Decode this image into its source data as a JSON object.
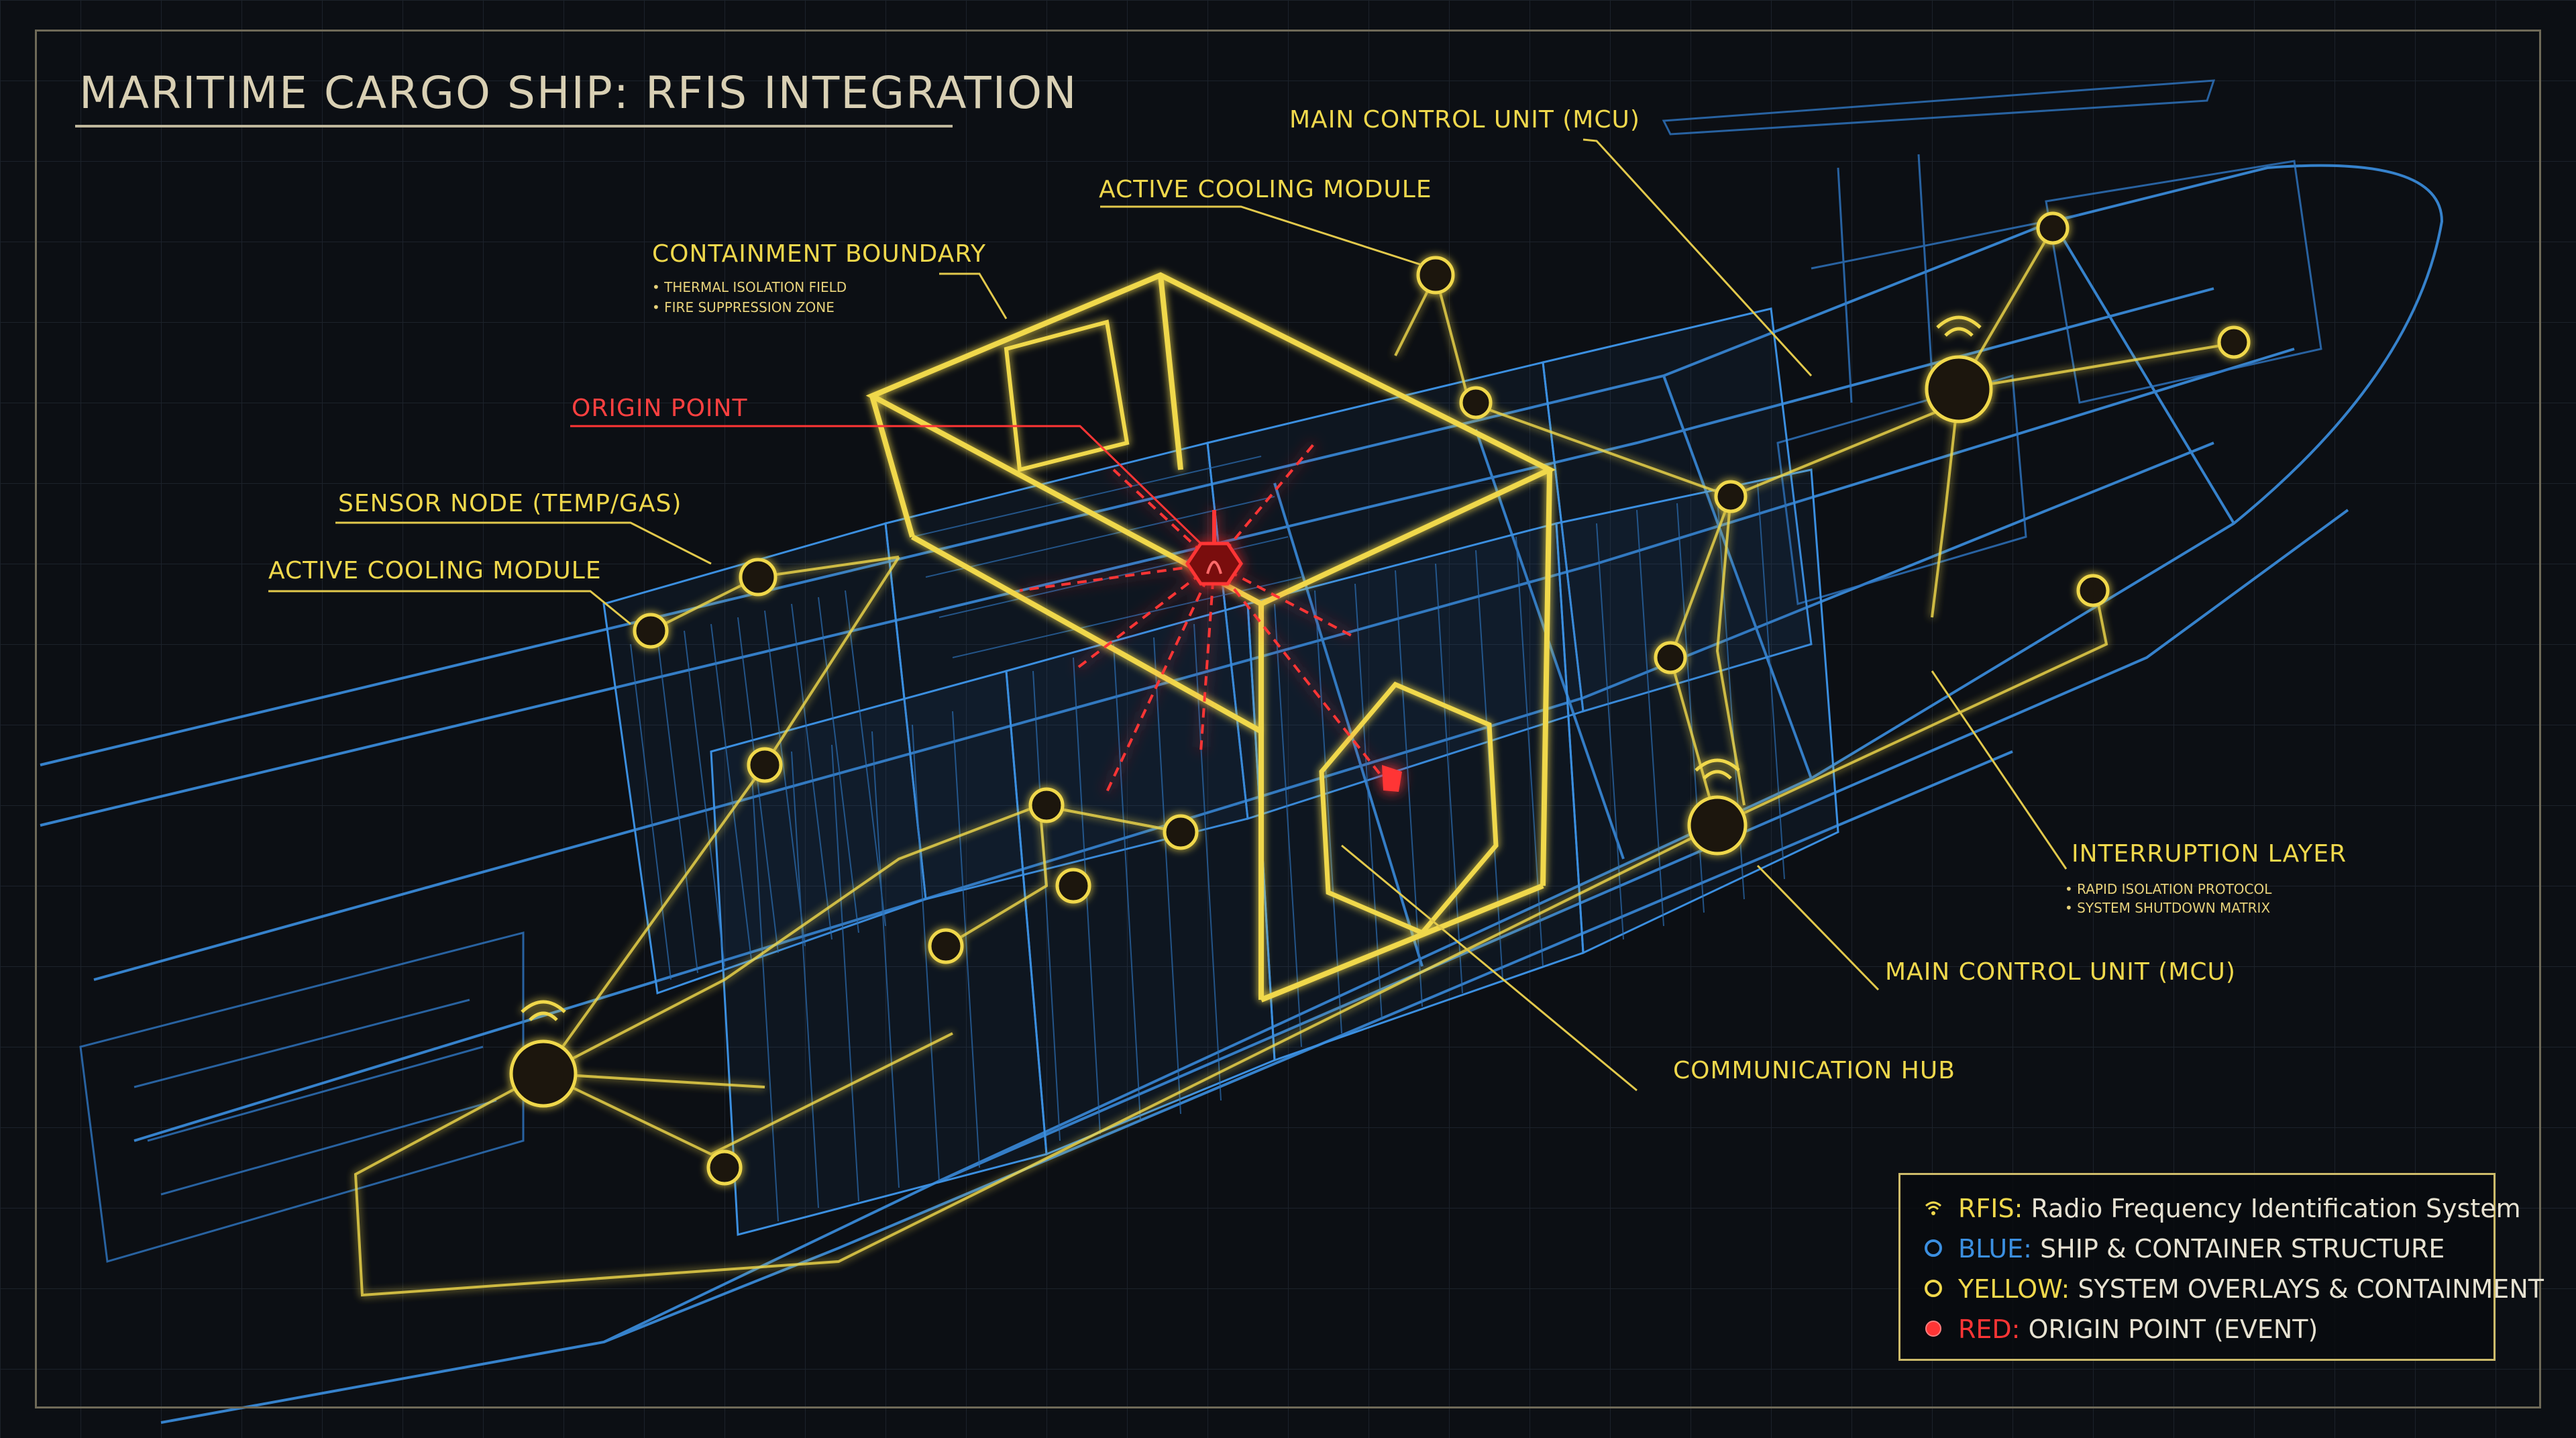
{
  "title": "MARITIME CARGO SHIP: RFIS INTEGRATION",
  "labels": {
    "mcu_top": "MAIN CONTROL UNIT (MCU)",
    "cooling_top": "ACTIVE COOLING MODULE",
    "containment": "CONTAINMENT BOUNDARY",
    "containment_sub1": "• THERMAL ISOLATION FIELD",
    "containment_sub2": "• FIRE SUPPRESSION ZONE",
    "origin": "ORIGIN POINT",
    "sensor": "SENSOR NODE (TEMP/GAS)",
    "cooling_left": "ACTIVE COOLING MODULE",
    "interruption": "INTERRUPTION LAYER",
    "interruption_sub1": "• RAPID ISOLATION PROTOCOL",
    "interruption_sub2": "• SYSTEM SHUTDOWN MATRIX",
    "mcu_right": "MAIN CONTROL UNIT (MCU)",
    "comm_hub": "COMMUNICATION HUB"
  },
  "legend": [
    {
      "key": "RFIS:",
      "text": " Radio Frequency Identification System",
      "icon": "wifi-icon",
      "color": "#f0d84c"
    },
    {
      "key": "BLUE:",
      "text": " SHIP & CONTAINER STRUCTURE",
      "icon": "blue-circle-icon",
      "color": "#3b8fe0"
    },
    {
      "key": "YELLOW:",
      "text": " SYSTEM OVERLAYS & CONTAINMENT",
      "icon": "yellow-circle-icon",
      "color": "#f0d84c"
    },
    {
      "key": "RED:",
      "text": " ORIGIN POINT (EVENT)",
      "icon": "red-dot-icon",
      "color": "#ff3535"
    }
  ],
  "colors": {
    "background": "#0c0f14",
    "structure_blue": "#3b8fe0",
    "overlay_yellow": "#f0d84c",
    "event_red": "#ff3535"
  }
}
